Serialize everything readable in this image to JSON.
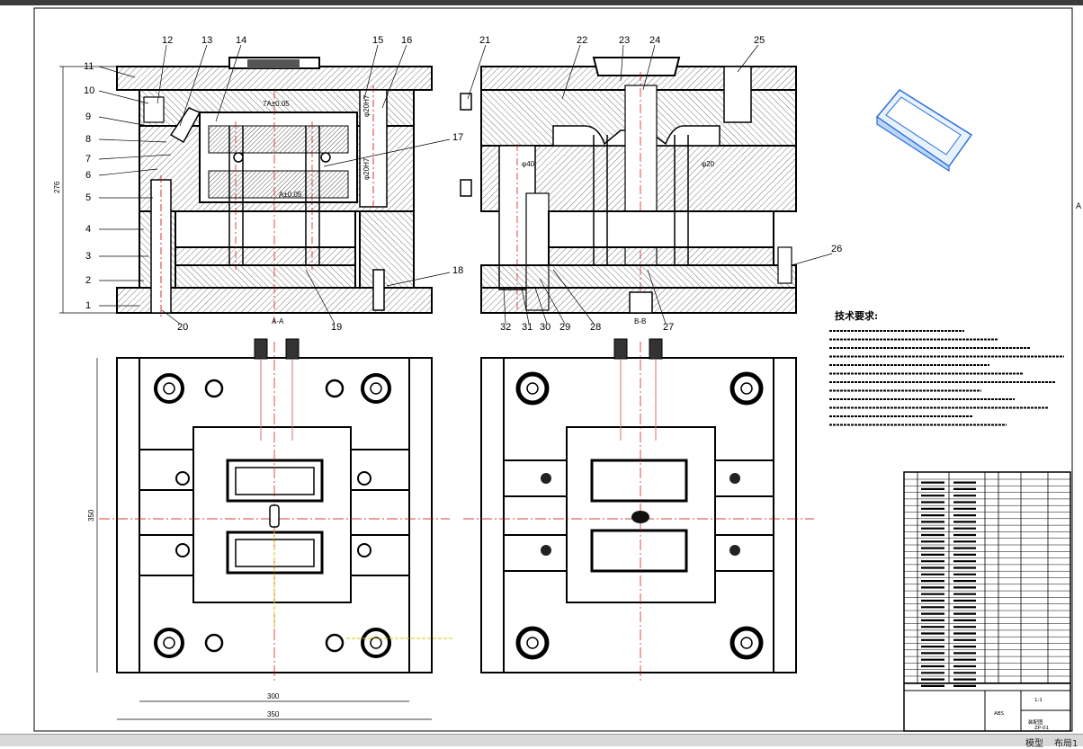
{
  "drawing": {
    "section_callouts": [
      "1",
      "2",
      "3",
      "4",
      "5",
      "6",
      "7",
      "8",
      "9",
      "10",
      "11",
      "12",
      "13",
      "14",
      "15",
      "16",
      "17",
      "18",
      "19",
      "20",
      "21",
      "22",
      "23",
      "24",
      "25",
      "26",
      "27",
      "28",
      "29",
      "30",
      "31",
      "32"
    ],
    "dimensions": {
      "height_left": "276",
      "plan_width_inner": "300",
      "plan_width_outer": "350",
      "plan_height": "350"
    },
    "tech_requirements": {
      "title": "技术要求:",
      "items_count": 12
    },
    "title_block": {
      "material": "ABS",
      "scale": "1:1",
      "name": "装配图",
      "drawing_no": "ZP-01"
    },
    "bottom_tabs": [
      "模型",
      "布局1"
    ]
  },
  "colors": {
    "line": "#000000",
    "accent": "#cc0000",
    "hatch": "#6a6a6a",
    "magenta": "#c000c0",
    "yellow": "#d8c800",
    "part": "#2a6fd6"
  }
}
